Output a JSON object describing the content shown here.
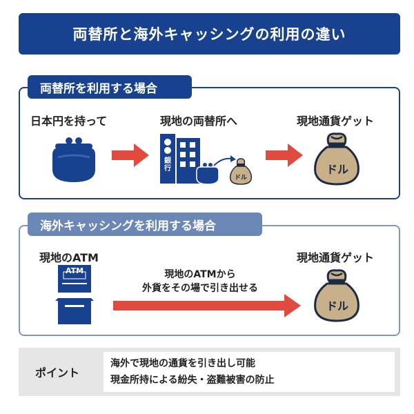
{
  "title": "両替所と海外キャッシングの利用の違い",
  "exchange": {
    "label": "両替所を利用する場合",
    "steps": [
      "日本円を持って",
      "現地の両替所へ",
      "現地通貨ゲット"
    ],
    "bank_text": "銀行",
    "bag_text": "ドル"
  },
  "cashing": {
    "label": "海外キャッシングを利用する場合",
    "steps": [
      "現地のATM",
      "現地通貨ゲット"
    ],
    "atm_text": "ATM",
    "arrow_lines": [
      "現地のATMから",
      "外貨をその場で引き出せる"
    ],
    "bag_text": "ドル"
  },
  "point": {
    "label": "ポイント",
    "lines": [
      "海外で現地の通貨を引き出し可能",
      "現金所持による紛失・盗難被害の防止"
    ]
  },
  "colors": {
    "navy": "#18428f",
    "light_navy": "#6a87b6",
    "arrow_red": "#e04a3f",
    "bag_tan": "#c8b08a"
  }
}
